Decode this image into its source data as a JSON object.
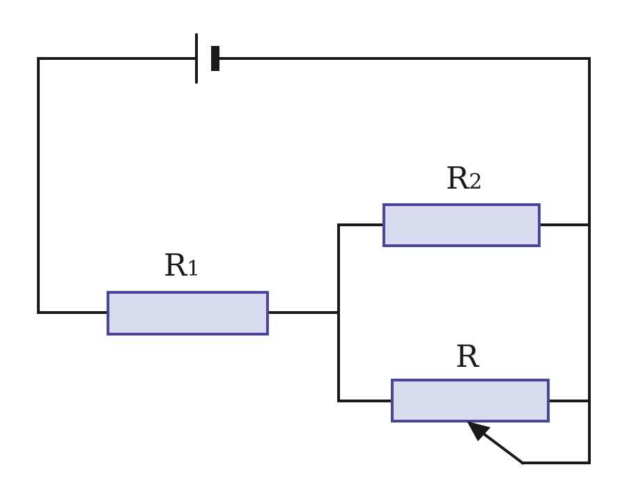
{
  "colors": {
    "wire": "#1a1a1a",
    "resistor_fill": "#d9dbee",
    "resistor_stroke": "#4a45a3"
  },
  "labels": {
    "r1": {
      "main": "R",
      "sub": "1"
    },
    "r2": {
      "main": "R",
      "sub": "2"
    },
    "r": {
      "main": "R"
    }
  }
}
